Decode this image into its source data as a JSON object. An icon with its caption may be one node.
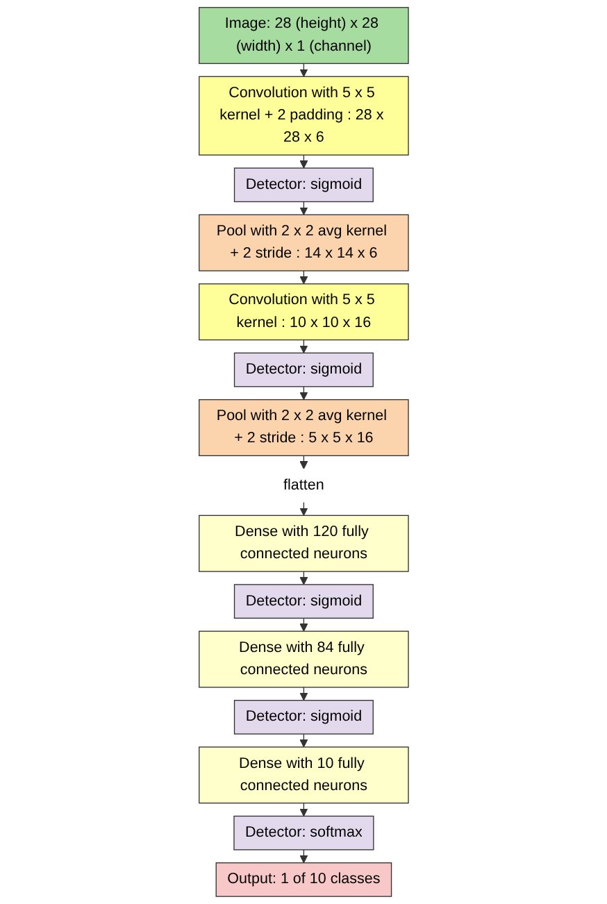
{
  "diagram": {
    "nodes": [
      {
        "text": [
          "Image: 28 (height) x 28 (width) x 1 (channel)"
        ]
      },
      {
        "text": [
          "Convolution with 5 x 5 kernel + 2 padding : 28 x 28 x 6"
        ]
      },
      {
        "text": [
          "Detector: sigmoid"
        ]
      },
      {
        "text": [
          "Pool with 2 x 2 avg kernel + 2 stride : 14 x 14 x 6"
        ]
      },
      {
        "text": [
          "Convolution with 5 x 5 kernel : 10 x 10 x 16"
        ]
      },
      {
        "text": [
          "Detector: sigmoid"
        ]
      },
      {
        "text": [
          "Pool with 2 x 2 avg kernel + 2 stride : 5 x 5 x 16"
        ]
      },
      {
        "text": [
          "flatten"
        ]
      },
      {
        "text": [
          "Dense with 120 fully connected neurons"
        ]
      },
      {
        "text": [
          "Detector: sigmoid"
        ]
      },
      {
        "text": [
          "Dense with 84 fully connected neurons"
        ]
      },
      {
        "text": [
          "Detector: sigmoid"
        ]
      },
      {
        "text": [
          "Dense with 10 fully connected neurons"
        ]
      },
      {
        "text": [
          "Detector: softmax"
        ]
      },
      {
        "text": [
          "Output: 1 of 10 classes"
        ]
      }
    ],
    "edges": [
      {
        "from": 0,
        "to": 1,
        "arrow": "to"
      },
      {
        "from": 1,
        "to": 2,
        "arrow": "to"
      },
      {
        "from": 2,
        "to": 3,
        "arrow": "to"
      },
      {
        "from": 3,
        "to": 4,
        "arrow": "to"
      },
      {
        "from": 4,
        "to": 5,
        "arrow": "to"
      },
      {
        "from": 5,
        "to": 6,
        "arrow": "to"
      },
      {
        "from": 6,
        "to": 7,
        "arrow": "to"
      },
      {
        "from": 7,
        "to": 8,
        "arrow": "to"
      },
      {
        "from": 8,
        "to": 9,
        "arrow": "to"
      },
      {
        "from": 9,
        "to": 10,
        "arrow": "to"
      },
      {
        "from": 10,
        "to": 11,
        "arrow": "to"
      },
      {
        "from": 11,
        "to": 12,
        "arrow": "to"
      },
      {
        "from": 12,
        "to": 13,
        "arrow": "to"
      },
      {
        "from": 13,
        "to": 14,
        "arrow": "to"
      }
    ]
  }
}
